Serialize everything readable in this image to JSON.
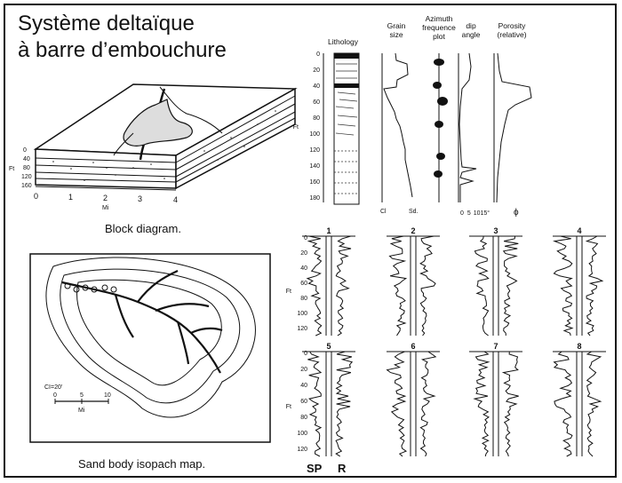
{
  "title": {
    "line1": "Système deltaïque",
    "line2": "à barre d’embouchure"
  },
  "block_diagram": {
    "caption": "Block diagram.",
    "depth_ticks": [
      "0",
      "40",
      "80",
      "120",
      "160"
    ],
    "depth_unit": "Ft",
    "distance_ticks": [
      "0",
      "1",
      "2",
      "3",
      "4"
    ],
    "distance_unit": "Mi"
  },
  "log_header": {
    "lithology": "Lithology",
    "grain_size": "Grain size",
    "azimuth": "Azimuth frequence plot",
    "dip_angle": "dip angle",
    "porosity": "Porosity (relative)",
    "depth_ticks": [
      "0",
      "20",
      "40",
      "60",
      "80",
      "100",
      "120",
      "140",
      "160",
      "180"
    ],
    "depth_unit": "Ft",
    "grain_axis": [
      "Cl",
      "Sd."
    ],
    "dip_axis": [
      "0",
      "5",
      "10",
      "15°"
    ],
    "porosity_symbol": "ϕ"
  },
  "isopach_map": {
    "caption": "Sand body isopach map.",
    "contour_interval": "CI=20'",
    "scale_ticks": [
      "0",
      "5",
      "10"
    ],
    "scale_unit": "Mi"
  },
  "well_logs": {
    "depth_ticks": [
      "0",
      "20",
      "40",
      "60",
      "80",
      "100",
      "120"
    ],
    "depth_unit": "Ft",
    "wells": [
      "1",
      "2",
      "3",
      "4",
      "5",
      "6",
      "7",
      "8"
    ],
    "legend_sp": "SP",
    "legend_r": "R"
  }
}
